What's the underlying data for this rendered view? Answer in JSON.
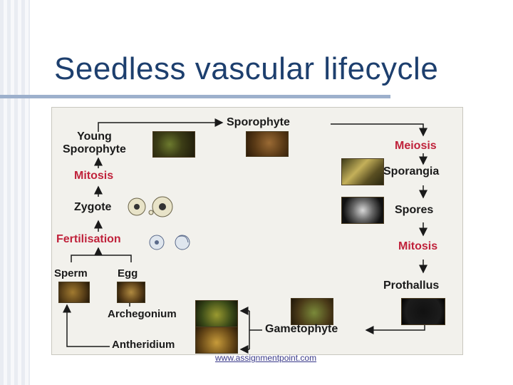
{
  "slide": {
    "title": "Seedless vascular lifecycle",
    "footer": "www.assignmentpoint.com"
  },
  "diagram": {
    "labels": {
      "sporophyte": "Sporophyte",
      "meiosis": "Meiosis",
      "sporangia": "Sporangia",
      "spores": "Spores",
      "mitosis_right": "Mitosis",
      "prothallus": "Prothallus",
      "gametophyte": "Gametophyte",
      "archegonium": "Archegonium",
      "antheridium": "Antheridium",
      "sperm": "Sperm",
      "egg": "Egg",
      "fertilisation": "Fertilisation",
      "zygote": "Zygote",
      "mitosis_left": "Mitosis",
      "young_sporophyte": "Young\nSporophyte"
    },
    "colors": {
      "stage_text": "#1a1a1a",
      "process_text": "#c0223b",
      "title_color": "#1d3f6e"
    }
  }
}
